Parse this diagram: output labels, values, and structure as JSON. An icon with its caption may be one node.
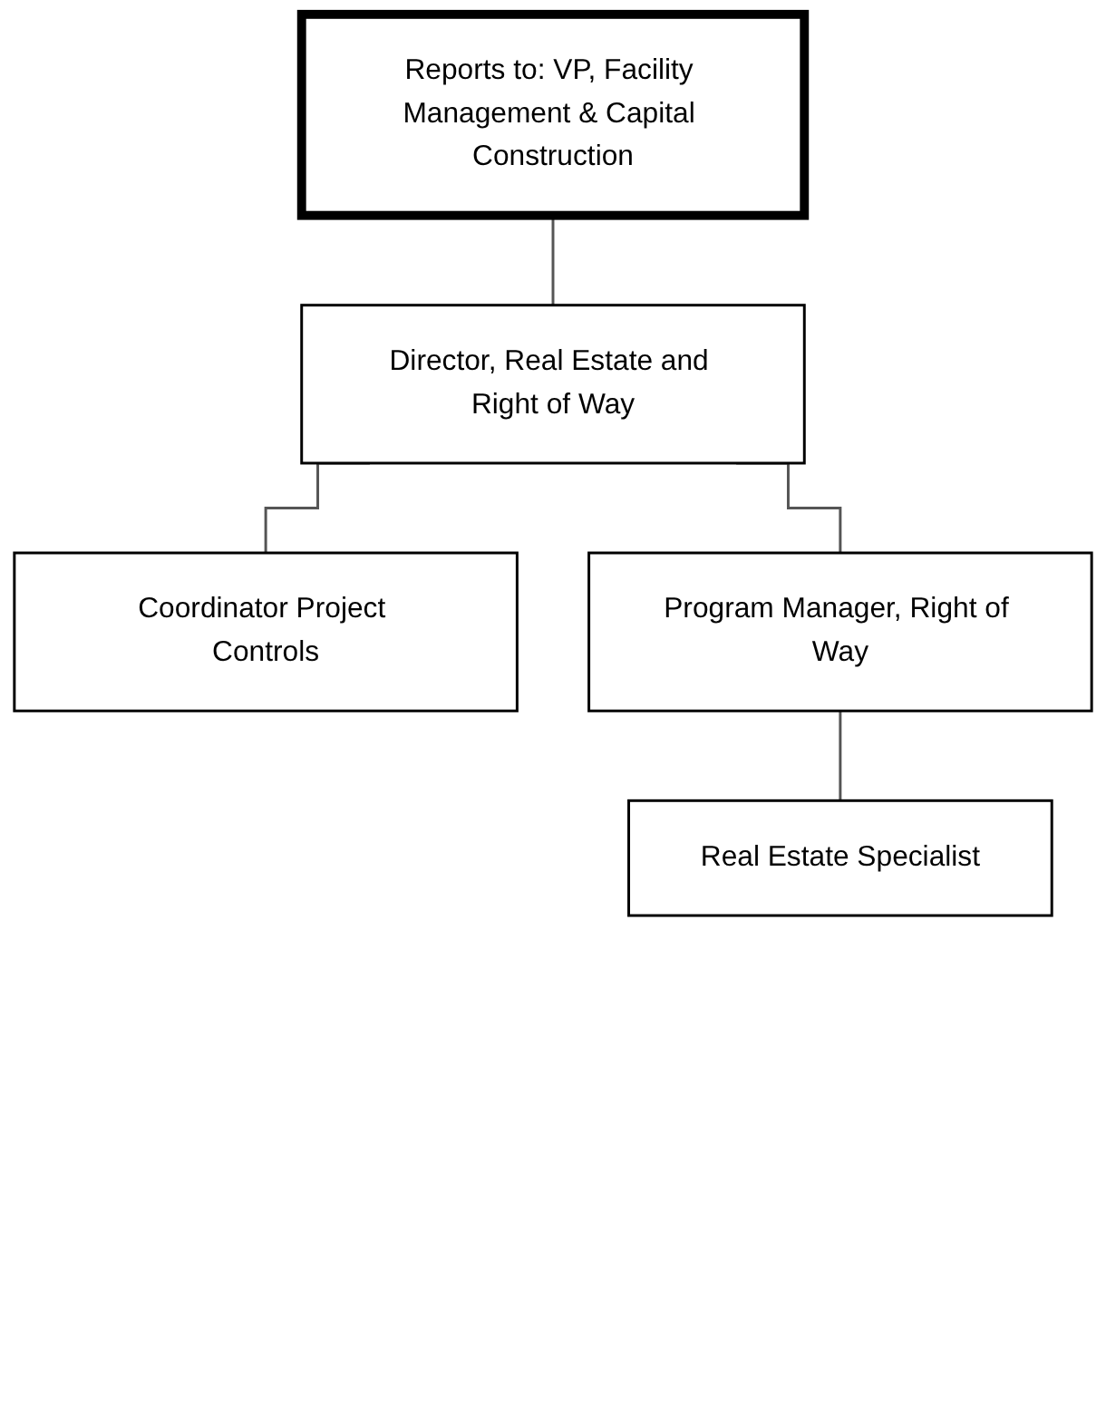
{
  "diagram": {
    "nodes": [
      {
        "text": [
          "Reports to: VP, Facility Management & Capital Construction"
        ]
      },
      {
        "text": [
          "Director, Real Estate and Right of Way"
        ]
      },
      {
        "text": [
          "Coordinator Project Controls"
        ]
      },
      {
        "text": [
          "Program Manager, Right of Way"
        ]
      },
      {
        "text": [
          "Real Estate Specialist"
        ]
      }
    ],
    "edges": [
      {
        "from": 0,
        "to": 1,
        "arrow": "none"
      },
      {
        "from": 1,
        "to": 2,
        "arrow": "none"
      },
      {
        "from": 1,
        "to": 3,
        "arrow": "none"
      },
      {
        "from": 3,
        "to": 4,
        "arrow": "none"
      }
    ]
  }
}
